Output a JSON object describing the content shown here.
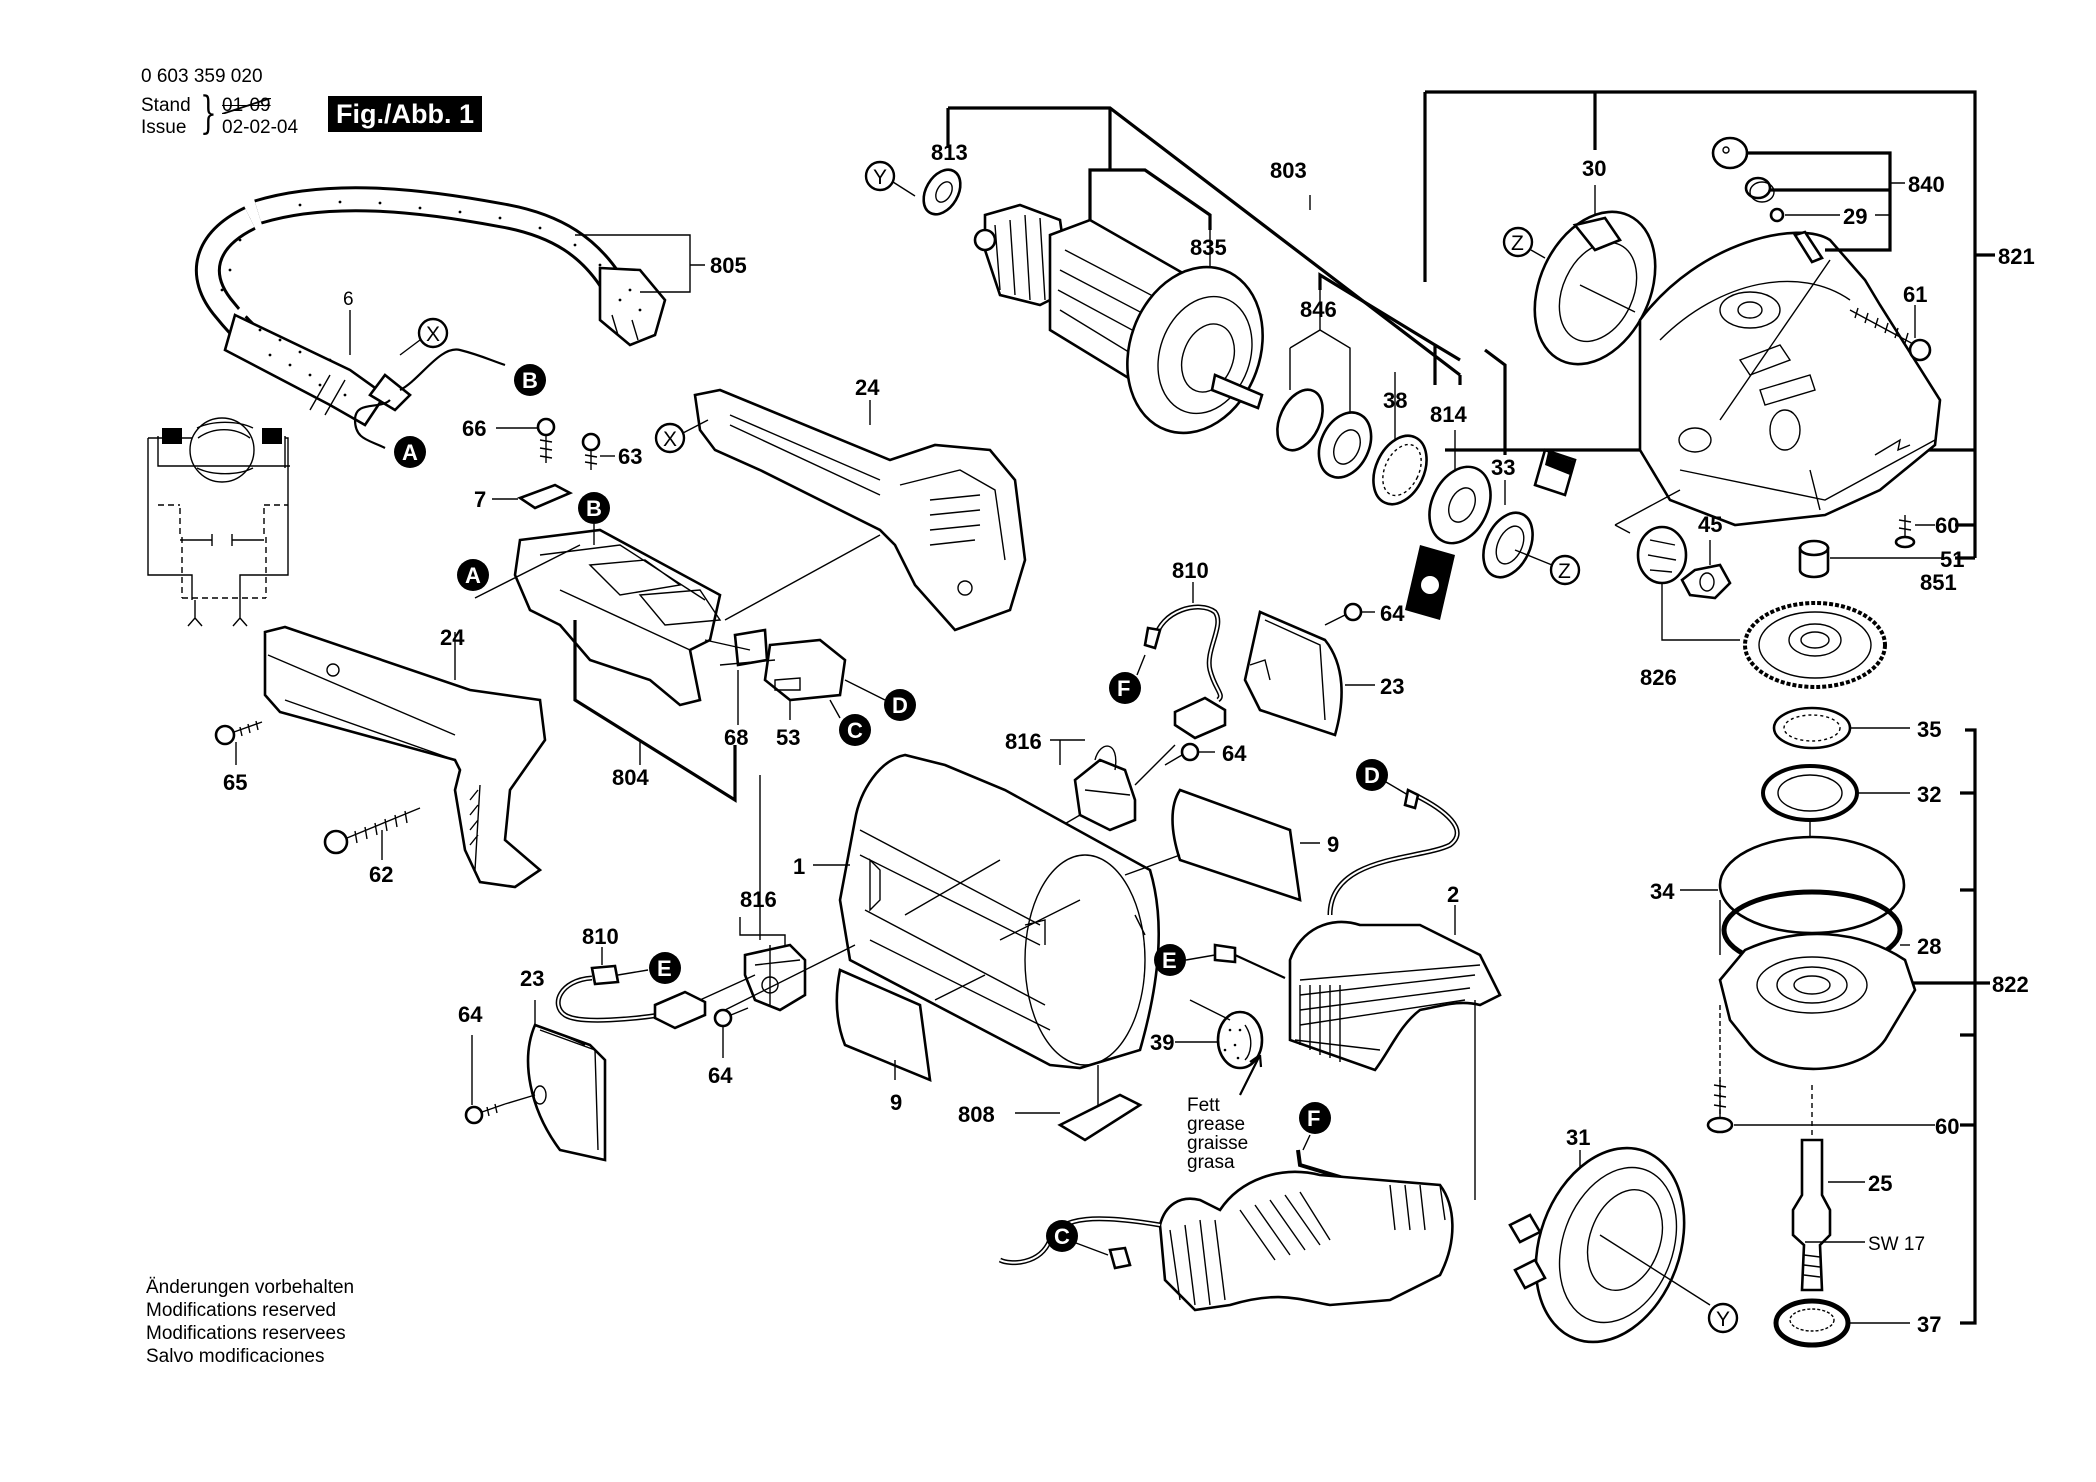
{
  "header": {
    "doc_number": "0 603 359 020",
    "stand_label": "Stand",
    "issue_label": "Issue",
    "stand_old_date": "01-09",
    "issue_date": "02-02-04",
    "figure_label": "Fig./Abb. 1"
  },
  "footer": {
    "lines": [
      "Änderungen vorbehalten",
      "Modifications reserved",
      "Modifications reservees",
      "Salvo modificaciones"
    ]
  },
  "grease_note": {
    "lines": [
      "Fett",
      "grease",
      "graisse",
      "grasa"
    ]
  },
  "wrench_size": "SW 17",
  "connectors": {
    "A": "A",
    "B": "B",
    "C": "C",
    "D": "D",
    "E": "E",
    "F": "F",
    "X": "X",
    "Y": "Y",
    "Z": "Z"
  },
  "part_labels": {
    "p1": "1",
    "p2": "2",
    "p6": "6",
    "p7": "7",
    "p9a": "9",
    "p9b": "9",
    "p23a": "23",
    "p23b": "23",
    "p24a": "24",
    "p24b": "24",
    "p25": "25",
    "p28": "28",
    "p29": "29",
    "p30": "30",
    "p31": "31",
    "p32": "32",
    "p33": "33",
    "p34": "34",
    "p35": "35",
    "p37": "37",
    "p38": "38",
    "p39": "39",
    "p45": "45",
    "p51": "51",
    "p53": "53",
    "p60a": "60",
    "p60b": "60",
    "p61": "61",
    "p62": "62",
    "p63": "63",
    "p64a": "64",
    "p64b": "64",
    "p64c": "64",
    "p64d": "64",
    "p65": "65",
    "p66": "66",
    "p68": "68",
    "p803": "803",
    "p804": "804",
    "p805": "805",
    "p808": "808",
    "p810a": "810",
    "p810b": "810",
    "p813": "813",
    "p814": "814",
    "p816a": "816",
    "p816b": "816",
    "p821": "821",
    "p822": "822",
    "p826": "826",
    "p835": "835",
    "p840": "840",
    "p846": "846",
    "p851": "851"
  }
}
